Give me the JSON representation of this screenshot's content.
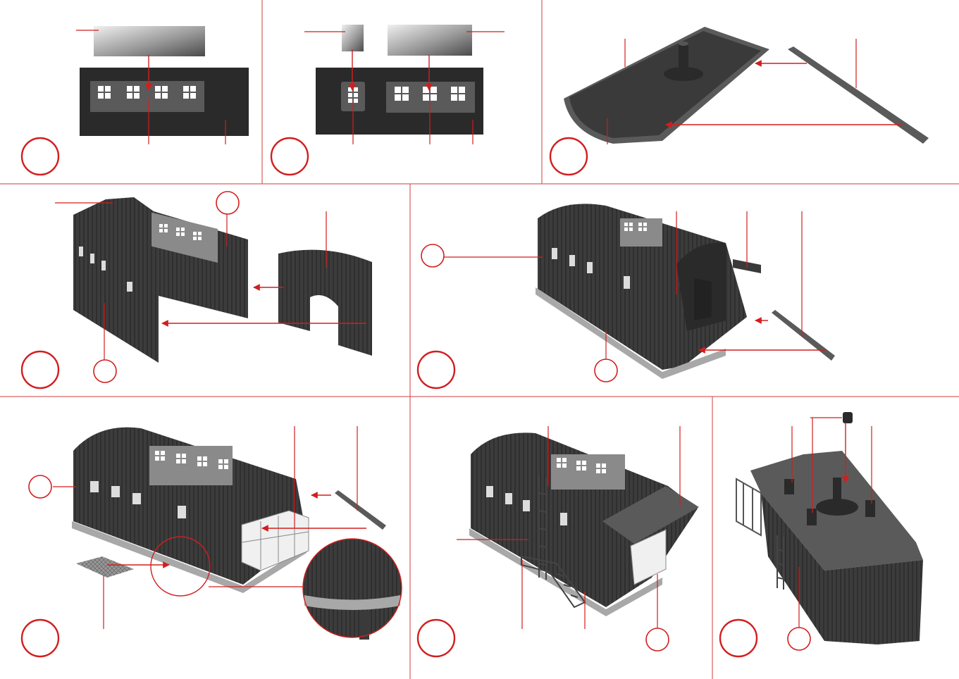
{
  "sheet": {
    "accent_color": "#d21e1e",
    "panel_count": 8,
    "step_markers": 8,
    "sub_markers": 6
  }
}
